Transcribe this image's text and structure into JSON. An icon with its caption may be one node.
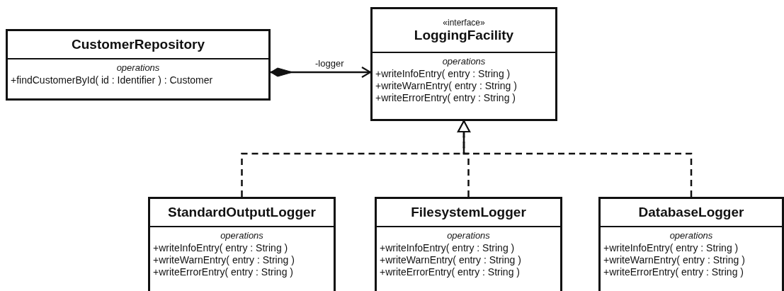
{
  "diagram": {
    "nodes": [
      {
        "text": [
          "CustomerRepository",
          "operations",
          "+findCustomerById( id : Identifier ) : Customer"
        ]
      },
      {
        "text": [
          "«interface»",
          "LoggingFacility",
          "operations",
          "+writeInfoEntry( entry : String )",
          "+writeWarnEntry( entry : String )",
          "+writeErrorEntry( entry : String )"
        ]
      },
      {
        "text": [
          "StandardOutputLogger",
          "operations",
          "+writeInfoEntry( entry : String )",
          "+writeWarnEntry( entry : String )",
          "+writeErrorEntry( entry : String )"
        ]
      },
      {
        "text": [
          "FilesystemLogger",
          "operations",
          "+writeInfoEntry( entry : String )",
          "+writeWarnEntry( entry : String )",
          "+writeErrorEntry( entry : String )"
        ]
      },
      {
        "text": [
          "DatabaseLogger",
          "operations",
          "+writeInfoEntry( entry : String )",
          "+writeWarnEntry( entry : String )",
          "+writeErrorEntry( entry : String )"
        ]
      }
    ],
    "edges": [
      {
        "from": 0,
        "to": 1,
        "arrow": "to",
        "label": "-logger"
      },
      {
        "from": 2,
        "to": 1,
        "arrow": "to",
        "style": "dashed"
      },
      {
        "from": 3,
        "to": 1,
        "arrow": "to",
        "style": "dashed"
      },
      {
        "from": 4,
        "to": 1,
        "arrow": "to",
        "style": "dashed"
      }
    ]
  }
}
